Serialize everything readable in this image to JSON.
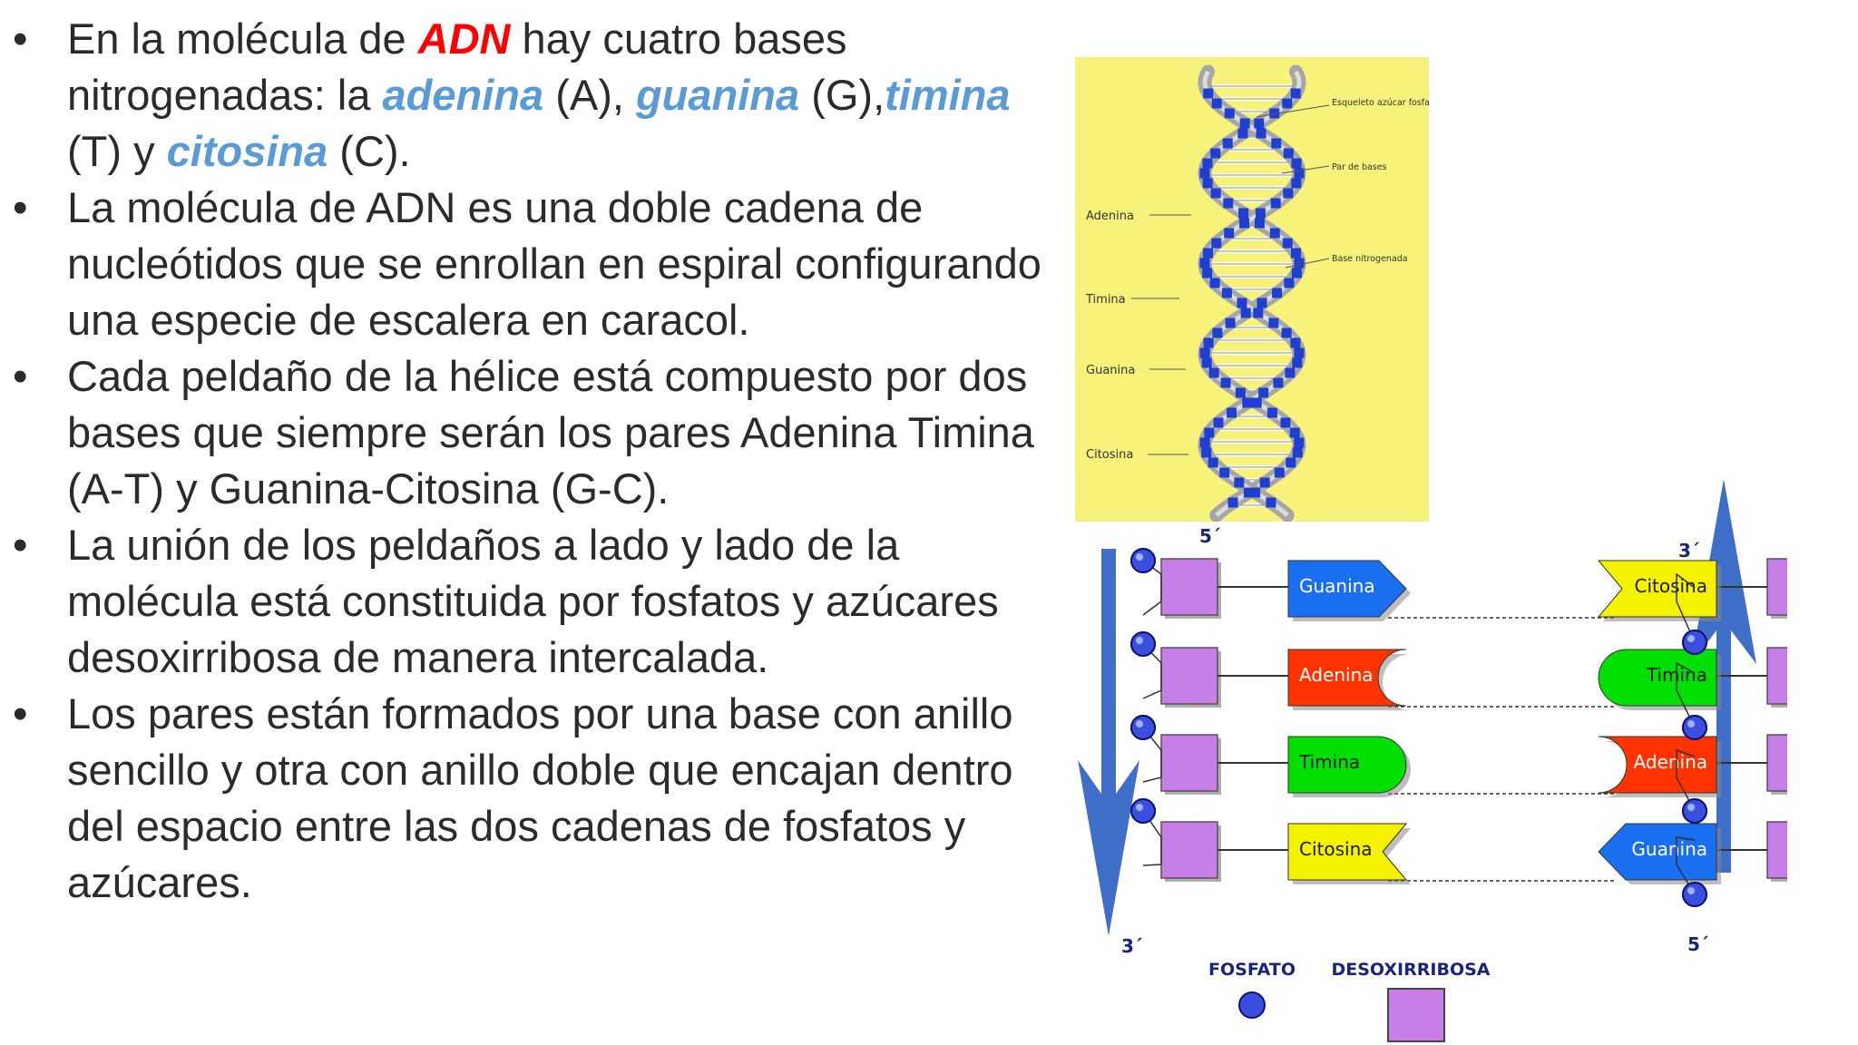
{
  "bullets": [
    {
      "segments": [
        {
          "text": "En la molécula de ",
          "style": "plain"
        },
        {
          "text": "ADN",
          "style": "red"
        },
        {
          "text": " hay cuatro bases nitrogenadas: la ",
          "style": "plain"
        },
        {
          "text": "adenina",
          "style": "blue"
        },
        {
          "text": " (A), ",
          "style": "plain"
        },
        {
          "text": "guanina",
          "style": "blue"
        },
        {
          "text": " (G),",
          "style": "plain"
        },
        {
          "text": "timina",
          "style": "blue"
        },
        {
          "text": " (T) y ",
          "style": "plain"
        },
        {
          "text": "citosina",
          "style": "blue"
        },
        {
          "text": " (C).",
          "style": "plain"
        }
      ]
    },
    {
      "segments": [
        {
          "text": "La molécula de ADN es una doble cadena de nucleótidos que se enrollan en espiral configurando una especie de escalera en caracol.",
          "style": "plain"
        }
      ]
    },
    {
      "segments": [
        {
          "text": "Cada peldaño de la hélice está compuesto por dos bases que siempre serán los pares Adenina Timina (A-T) y Guanina-Citosina (G-C).",
          "style": "plain"
        }
      ]
    },
    {
      "segments": [
        {
          "text": "La unión de los peldaños a lado y lado de la molécula está constituida por fosfatos y azúcares desoxirribosa de manera intercalada.",
          "style": "plain"
        }
      ]
    },
    {
      "segments": [
        {
          "text": "Los pares están formados por una base con anillo sencillo y otra con anillo doble que encajan dentro del espacio entre las dos cadenas de fosfatos y azúcares.",
          "style": "plain"
        }
      ]
    }
  ],
  "helix": {
    "left_labels": [
      "Adenina",
      "Timina",
      "Guanina",
      "Citosina"
    ],
    "right_labels": [
      "Esqueleto azúcar fosfato",
      "Par de bases",
      "Base nitrogenada"
    ],
    "colors": {
      "background": "#f7f27a",
      "strand": "#a6a6a6",
      "base": "#1f3fd0"
    }
  },
  "pair_diagram": {
    "strand_ends": {
      "top_left": "5´",
      "top_right": "3´",
      "bottom_left": "3´",
      "bottom_right": "5´"
    },
    "rows": [
      {
        "left": "Guanina",
        "right": "Citosina"
      },
      {
        "left": "Adenina",
        "right": "Timina"
      },
      {
        "left": "Timina",
        "right": "Adenina"
      },
      {
        "left": "Citosina",
        "right": "Guanina"
      }
    ],
    "legend": {
      "phosphate": "FOSFATO",
      "sugar": "DESOXIRRIBOSA"
    },
    "colors": {
      "Guanina": "#1a6ff0",
      "Citosina": "#f5f200",
      "Adenina": "#ff3300",
      "Timina": "#00e000",
      "sugar": "#c77ee6",
      "phosphate": "#3a4ee0",
      "arrow": "#3f6fc8"
    }
  }
}
